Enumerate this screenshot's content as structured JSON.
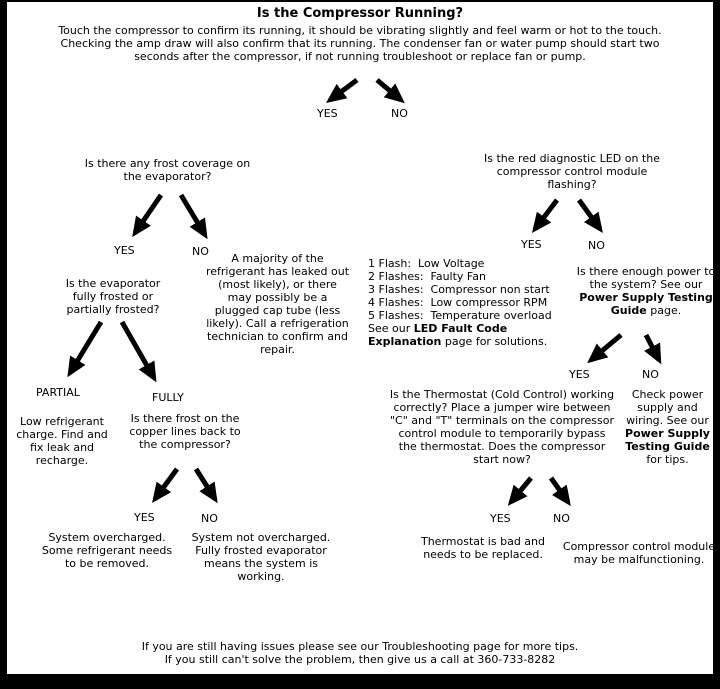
{
  "colors": {
    "frame": "#000000",
    "page_background": "#ffffff",
    "text": "#000000",
    "arrow": "#000000"
  },
  "header": {
    "title": "Is the Compressor Running?",
    "intro": "Touch the compressor to confirm its running, it should be vibrating slightly and feel warm or hot to the touch.  Checking the amp draw will also confirm that its running.  The condenser fan or water pump should start two seconds after the compressor, if not running troubleshoot or replace fan or pump."
  },
  "labels": {
    "yes": "YES",
    "no": "NO",
    "partial": "PARTIAL",
    "fully": "FULLY"
  },
  "left": {
    "frost_question": "Is there any frost coverage on the evaporator?",
    "evaporator_question": "Is the evaporator fully frosted or partially frosted?",
    "leak_result": "A majority of the refrigerant has leaked out (most likely), or there may possibly be a plugged cap tube (less likely).  Call a refrigeration technician to confirm and repair.",
    "partial_result": "Low refrigerant charge.  Find and fix leak and recharge.",
    "copper_question": "Is there frost on the copper lines back to the compressor?",
    "overcharged_result": "System overcharged.  Some refrigerant needs to be removed.",
    "not_overcharged_result": "System not overcharged. Fully frosted evaporator means the system is working."
  },
  "right": {
    "led_question": "Is the red diagnostic LED on the compressor control module flashing?",
    "flash_codes": [
      "1 Flash:  Low Voltage",
      "2 Flashes:  Faulty Fan",
      "3 Flashes:  Compressor non start",
      "4 Flashes:  Low compressor RPM",
      "5 Flashes:  Temperature overload"
    ],
    "flash_see": [
      "See our ",
      "LED Fault Code Explanation",
      " page for solutions."
    ],
    "power_question": [
      "Is there enough power to the system?  See our ",
      "Power Supply Testing Guide",
      " page."
    ],
    "thermostat_question": "Is the Thermostat (Cold Control) working correctly?  Place a jumper wire between \"C\" and \"T\" terminals on the compressor control module to temporarily bypass the thermostat. Does the compressor start now?",
    "check_power": [
      "Check power supply and wiring.  See our ",
      "Power Supply Testing Guide",
      " for tips."
    ],
    "thermostat_bad_result": "Thermostat is bad and needs to be replaced.",
    "module_bad_result": "Compressor control module may be malfunctioning."
  },
  "footer": {
    "line1": "If you are still having issues please see our Troubleshooting page for more tips.",
    "line2": "If you still can't solve the problem, then give us a call at 360-733-8282"
  }
}
